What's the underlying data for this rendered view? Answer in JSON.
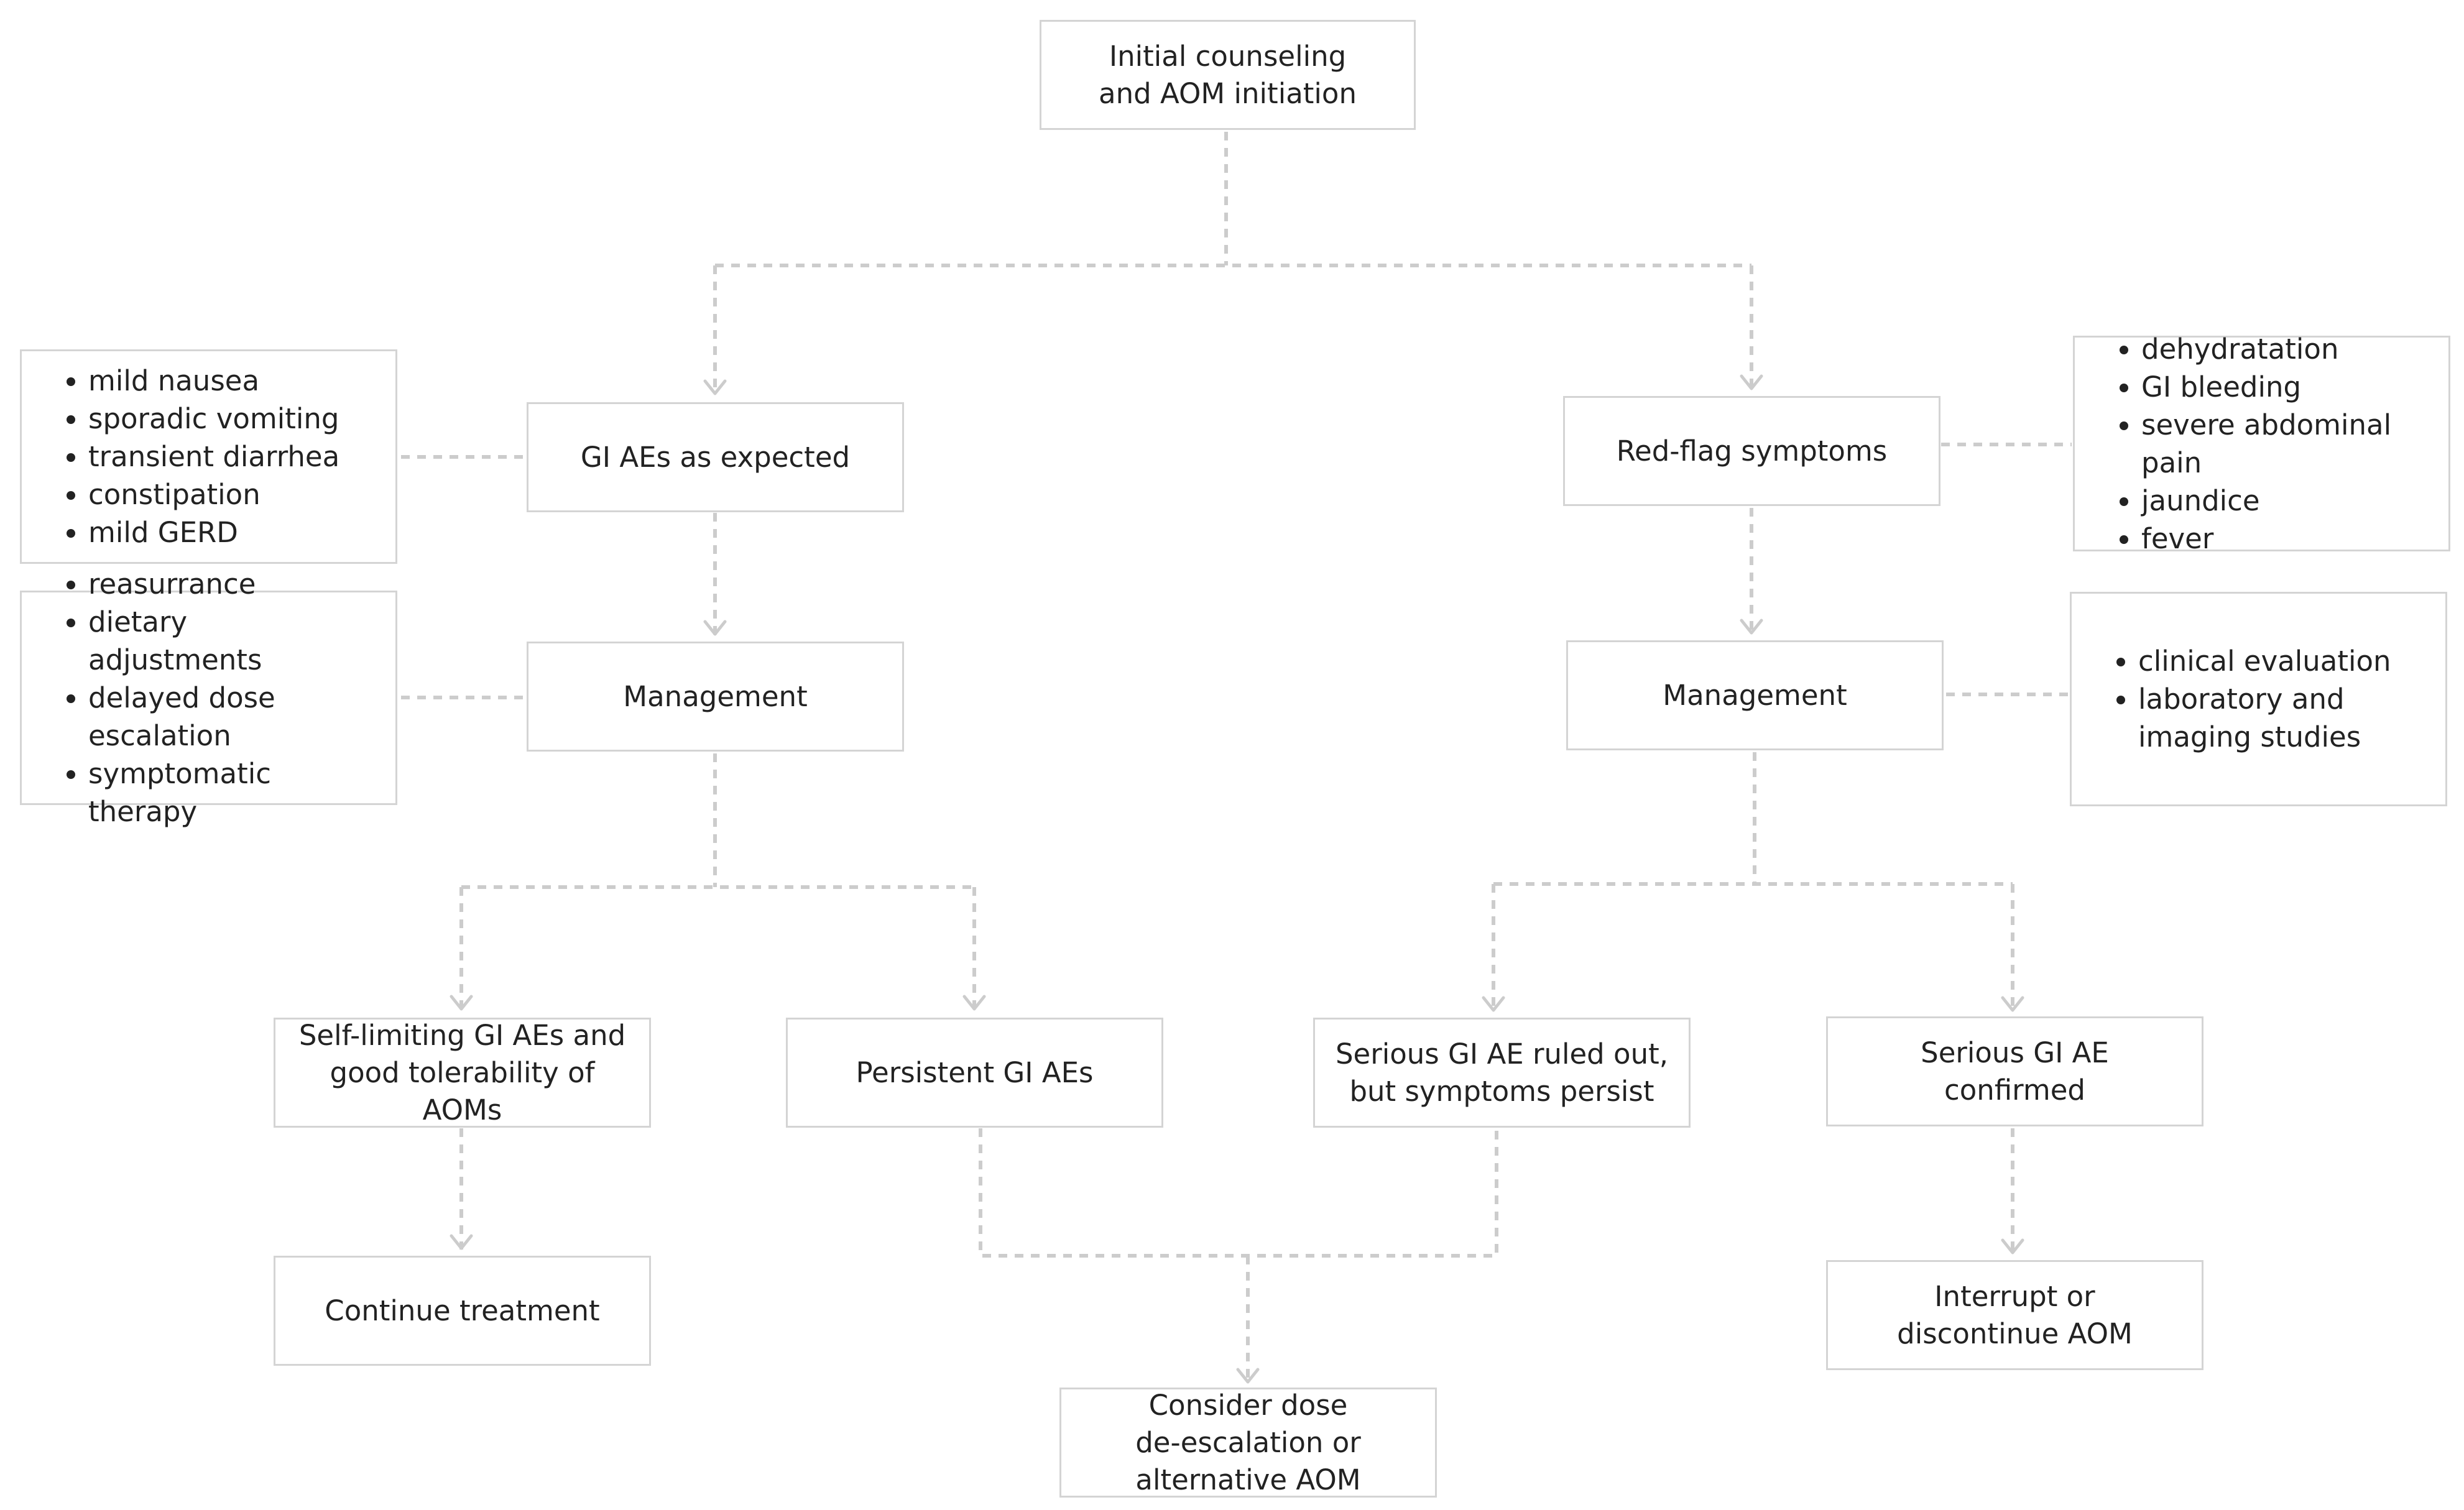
{
  "diagram": {
    "nodes": {
      "start": {
        "line1": "Initial counseling",
        "line2": "and AOM initiation"
      },
      "expected": {
        "label": "GI AEs as expected"
      },
      "redflag": {
        "label": "Red-flag symptoms"
      },
      "mgmt_left": {
        "label": "Management"
      },
      "mgmt_right": {
        "label": "Management"
      },
      "selflimiting": {
        "line1": "Self-limiting GI AEs and",
        "line2": "good tolerability of",
        "line3": "AOMs"
      },
      "persistent": {
        "label": "Persistent GI AEs"
      },
      "ruledout": {
        "line1": "Serious GI AE ruled out,",
        "line2": "but symptoms persist"
      },
      "confirmed": {
        "line1": "Serious GI AE",
        "line2": "confirmed"
      },
      "continue": {
        "label": "Continue treatment"
      },
      "consider": {
        "line1": "Consider dose",
        "line2": "de-escalation or",
        "line3": "alternative AOM"
      },
      "interrupt": {
        "line1": "Interrupt or",
        "line2": "discontinue AOM"
      }
    },
    "notes": {
      "expected_symptoms": [
        "mild nausea",
        "sporadic vomiting",
        "transient diarrhea",
        "constipation",
        "mild GERD"
      ],
      "expected_management": [
        "reasurrance",
        "dietary adjustments",
        "delayed dose escalation",
        "symptomatic therapy"
      ],
      "redflag_symptoms": [
        "dehydratation",
        "GI bleeding",
        "severe abdominal pain",
        "jaundice",
        "fever"
      ],
      "redflag_management": [
        "clinical evaluation",
        "laboratory and imaging studies"
      ]
    },
    "colors": {
      "border": "#d4d4d4",
      "connector": "#cccccc",
      "text": "#222222"
    }
  }
}
